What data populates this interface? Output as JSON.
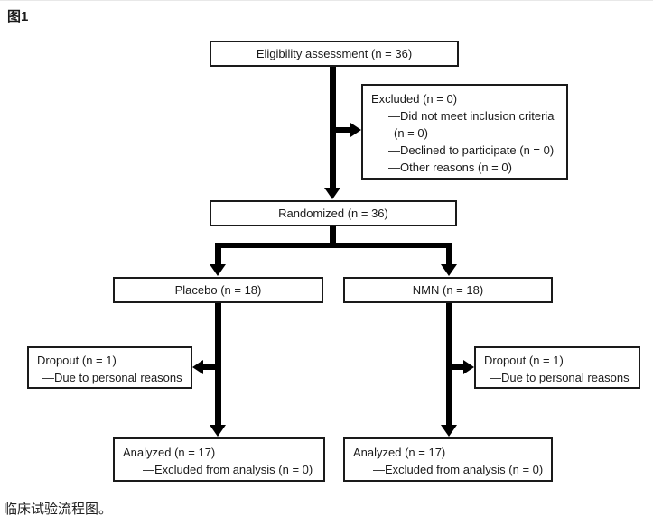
{
  "figure_label": "图1",
  "caption": "临床试验流程图。",
  "colors": {
    "background": "#ffffff",
    "box_border": "#1a1a1a",
    "connector": "#000000",
    "text": "#1a1a1a"
  },
  "flow": {
    "eligibility": {
      "label": "Eligibility assessment (n = 36)"
    },
    "excluded": {
      "line1": "Excluded (n = 0)",
      "line2": "—Did not meet inclusion criteria",
      "line3": "(n = 0)",
      "line4": "—Declined to participate (n = 0)",
      "line5": "—Other reasons (n = 0)"
    },
    "randomized": {
      "label": "Randomized (n = 36)"
    },
    "placebo": {
      "label": "Placebo (n = 18)"
    },
    "nmn": {
      "label": "NMN (n = 18)"
    },
    "dropout_left": {
      "line1": "Dropout (n = 1)",
      "line2": "—Due to personal reasons"
    },
    "dropout_right": {
      "line1": "Dropout (n = 1)",
      "line2": "—Due to personal reasons"
    },
    "analyzed_left": {
      "line1": "Analyzed (n = 17)",
      "line2": "—Excluded from analysis (n = 0)"
    },
    "analyzed_right": {
      "line1": "Analyzed (n = 17)",
      "line2": "—Excluded from analysis (n = 0)"
    }
  }
}
